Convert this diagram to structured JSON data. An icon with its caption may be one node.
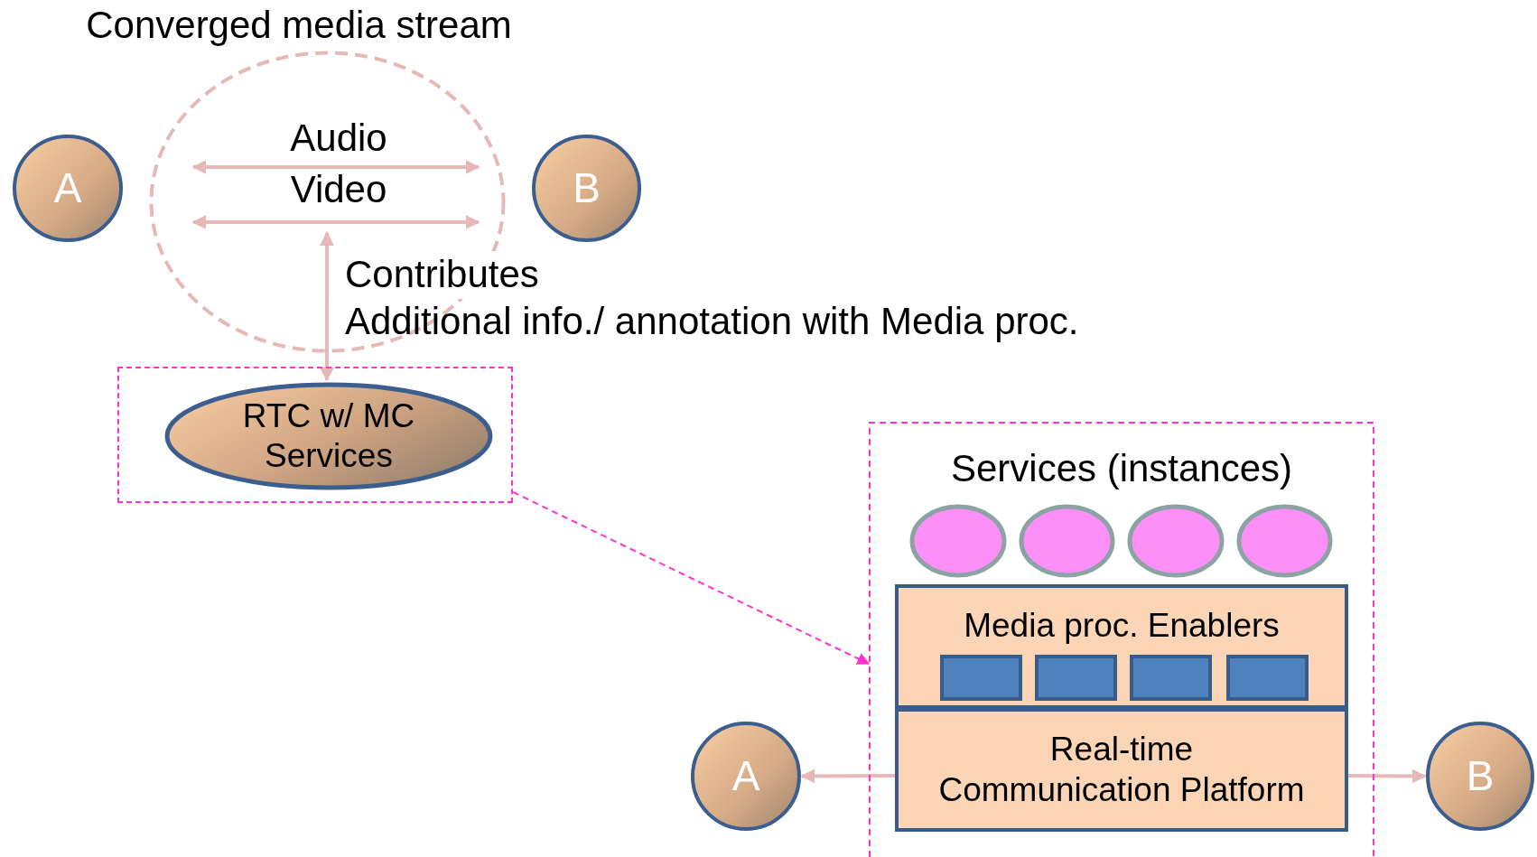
{
  "diagram": {
    "nodes": [
      {
        "text": [
          "Converged media stream"
        ]
      },
      {
        "text": [
          "A"
        ]
      },
      {
        "text": [
          "B"
        ]
      },
      {
        "text": [],
        "shape": "box"
      },
      {
        "text": [
          "RTC w/ MC Services"
        ],
        "in": 3
      },
      {
        "text": [
          "Services (instances)"
        ]
      },
      {
        "text": [],
        "shape": "circle",
        "in": 5
      },
      {
        "text": [],
        "shape": "circle",
        "in": 5
      },
      {
        "text": [],
        "shape": "circle",
        "in": 5
      },
      {
        "text": [],
        "shape": "circle",
        "in": 5
      },
      {
        "text": [
          "Media proc. Enablers"
        ],
        "in": 5
      },
      {
        "text": [],
        "shape": "box",
        "in": 10
      },
      {
        "text": [],
        "shape": "box",
        "in": 10
      },
      {
        "text": [],
        "shape": "box",
        "in": 10
      },
      {
        "text": [],
        "shape": "box",
        "in": 10
      },
      {
        "text": [
          "Real-time Communication Platform"
        ],
        "in": 5
      },
      {
        "text": [
          "A"
        ]
      },
      {
        "text": [
          "B"
        ]
      }
    ],
    "edges": [
      {
        "from": 4,
        "to": 0,
        "arrow": "both",
        "label": "Contributes"
      },
      {
        "from": 3,
        "to": 5,
        "arrow": "to",
        "style": "dashed",
        "color": "#ff33cc"
      },
      {
        "from": 15,
        "to": 16,
        "arrow": "to"
      },
      {
        "from": 15,
        "to": 17,
        "arrow": "to"
      }
    ],
    "labels": [
      "Audio",
      "Video",
      "Additional info./ annotation with Media proc."
    ]
  }
}
